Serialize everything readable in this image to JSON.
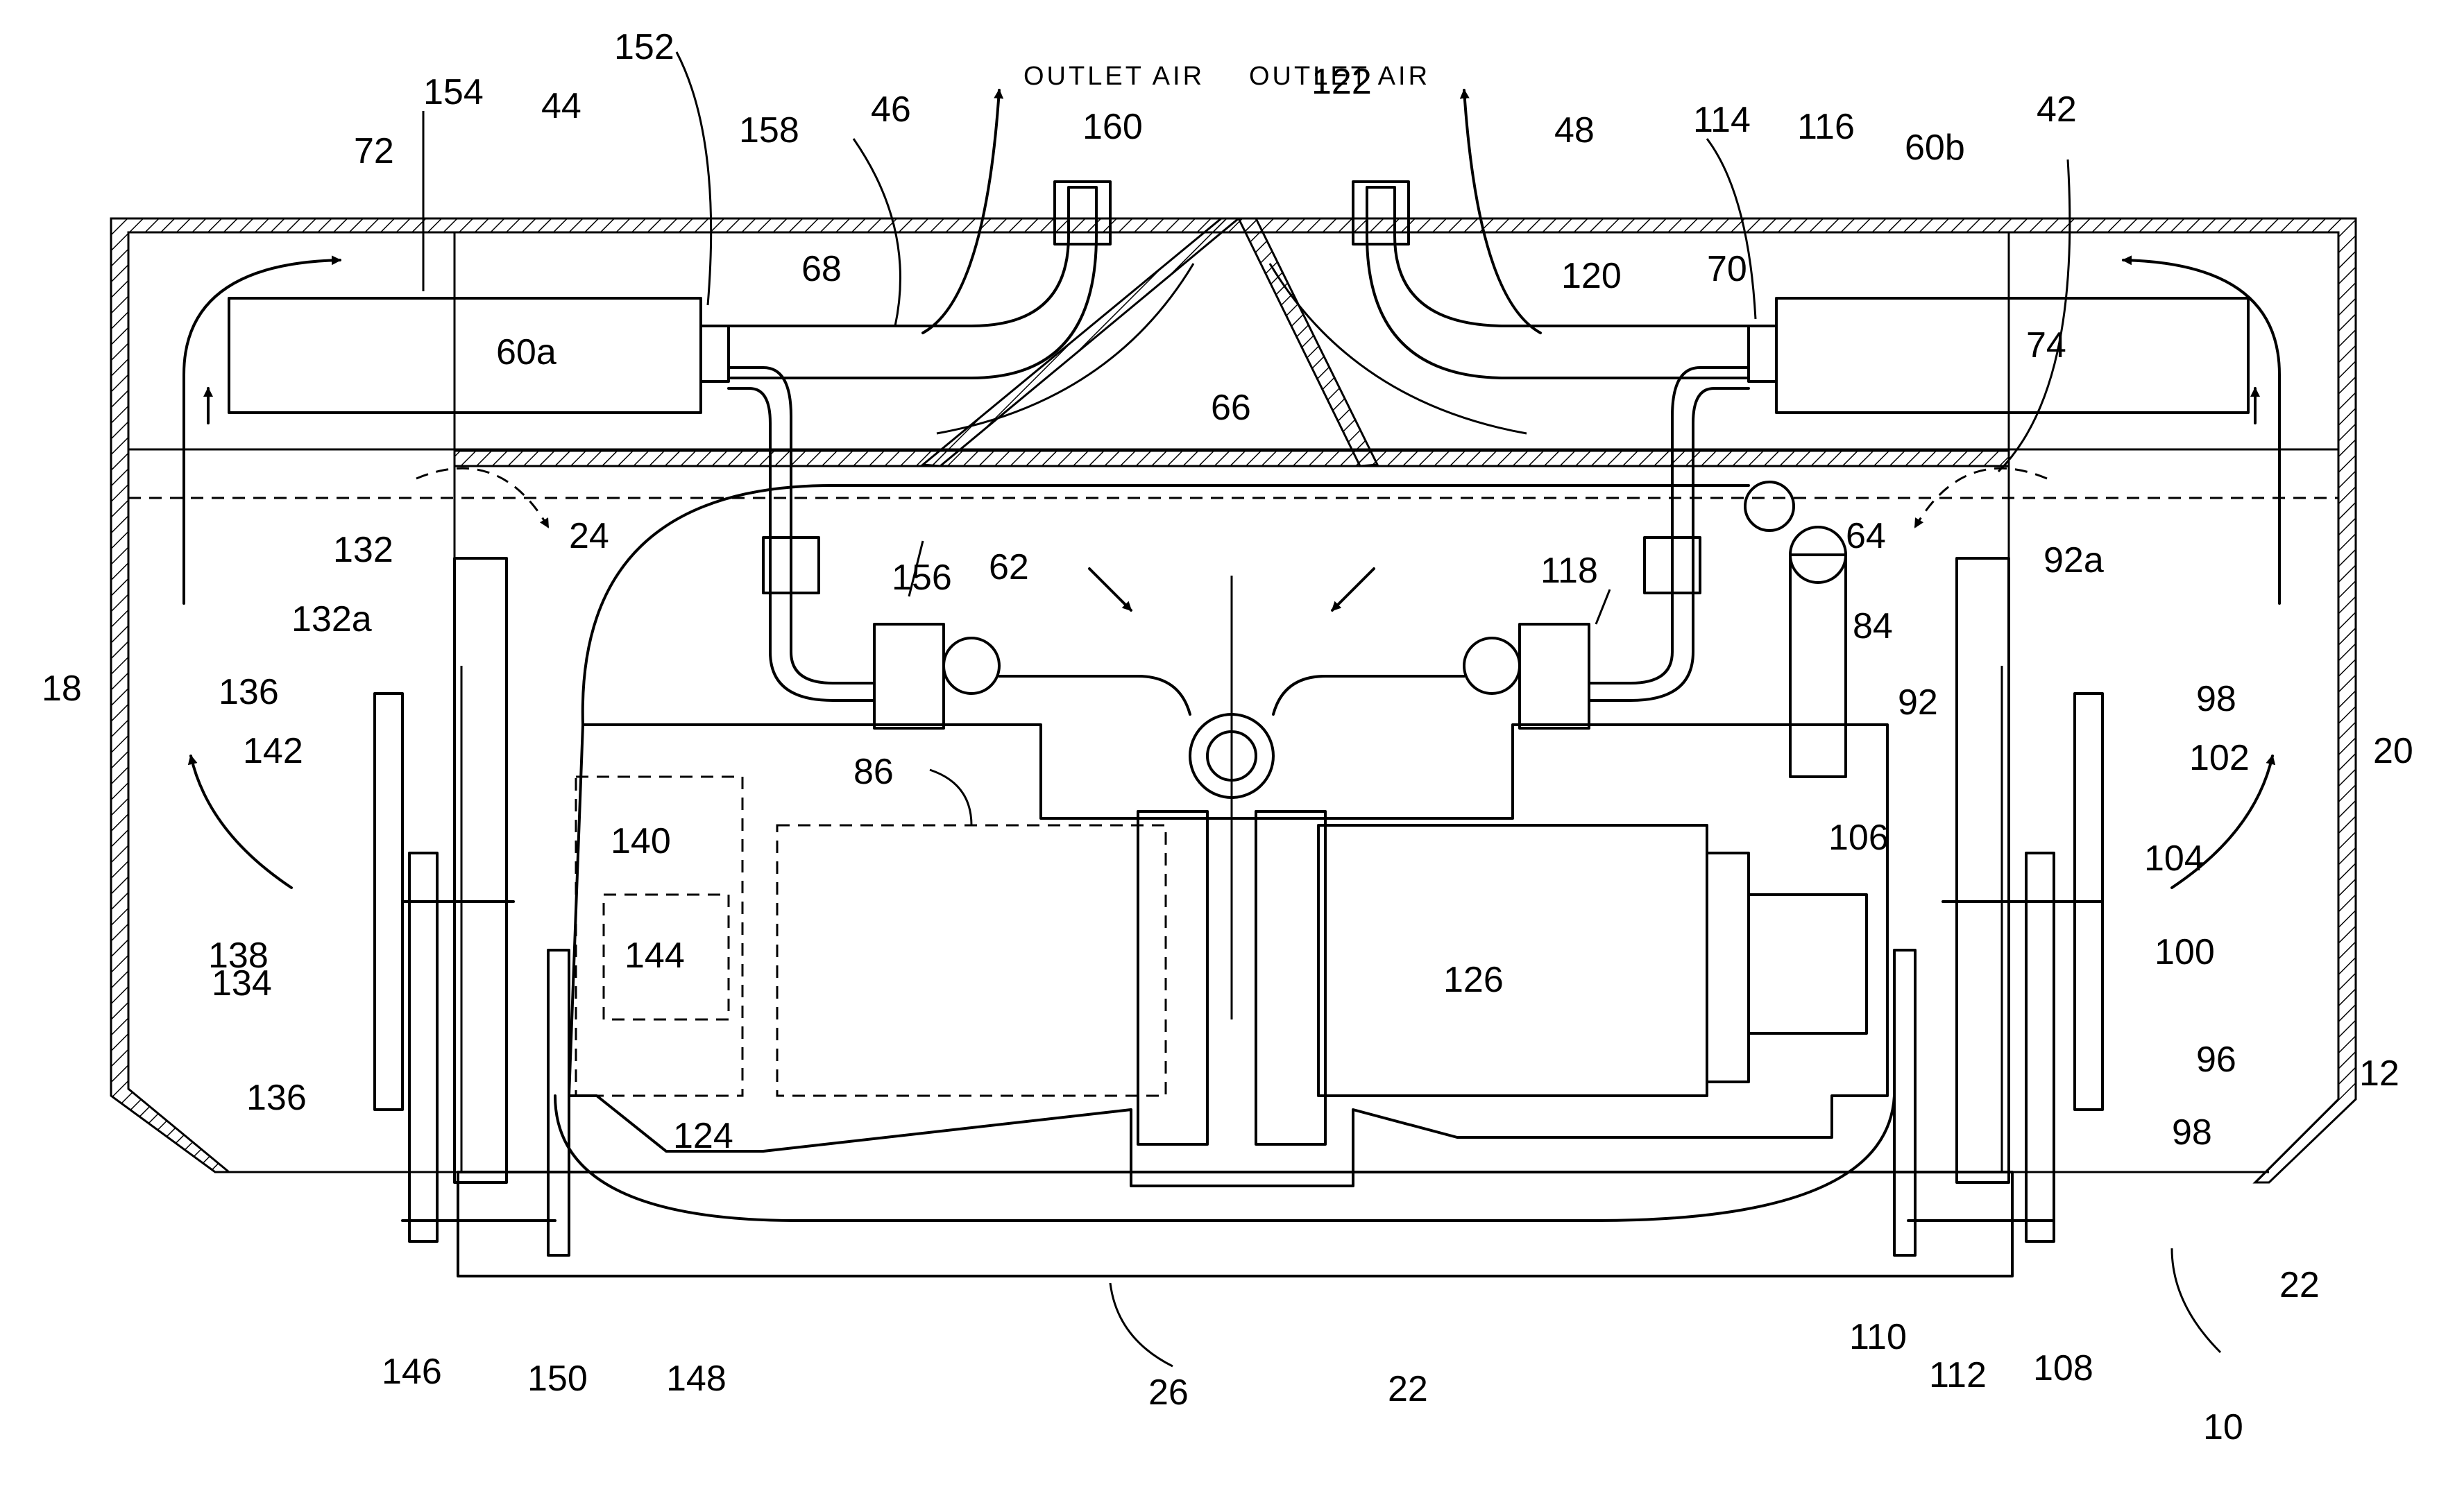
{
  "captions": {
    "outlet_air_left": "OUTLET AIR",
    "outlet_air_right": "OUTLET AIR"
  },
  "labels": {
    "r10": "10",
    "r12": "12",
    "r18": "18",
    "r20": "20",
    "r22a": "22",
    "r22b": "22",
    "r24": "24",
    "r26": "26",
    "r42": "42",
    "r44": "44",
    "r46": "46",
    "r48": "48",
    "r60a": "60a",
    "r60b": "60b",
    "r62": "62",
    "r64": "64",
    "r66": "66",
    "r68": "68",
    "r70": "70",
    "r72": "72",
    "r74": "74",
    "r84": "84",
    "r86": "86",
    "r92": "92",
    "r92a": "92a",
    "r96": "96",
    "r98a": "98",
    "r98b": "98",
    "r100": "100",
    "r102": "102",
    "r104": "104",
    "r106": "106",
    "r108": "108",
    "r110": "110",
    "r112": "112",
    "r114": "114",
    "r116": "116",
    "r118": "118",
    "r120": "120",
    "r122": "122",
    "r124": "124",
    "r126": "126",
    "r132": "132",
    "r132a": "132a",
    "r134": "134",
    "r136a": "136",
    "r136b": "136",
    "r138": "138",
    "r140": "140",
    "r142": "142",
    "r144": "144",
    "r146": "146",
    "r148": "148",
    "r150": "150",
    "r152": "152",
    "r154": "154",
    "r156": "156",
    "r158": "158",
    "r160": "160"
  }
}
